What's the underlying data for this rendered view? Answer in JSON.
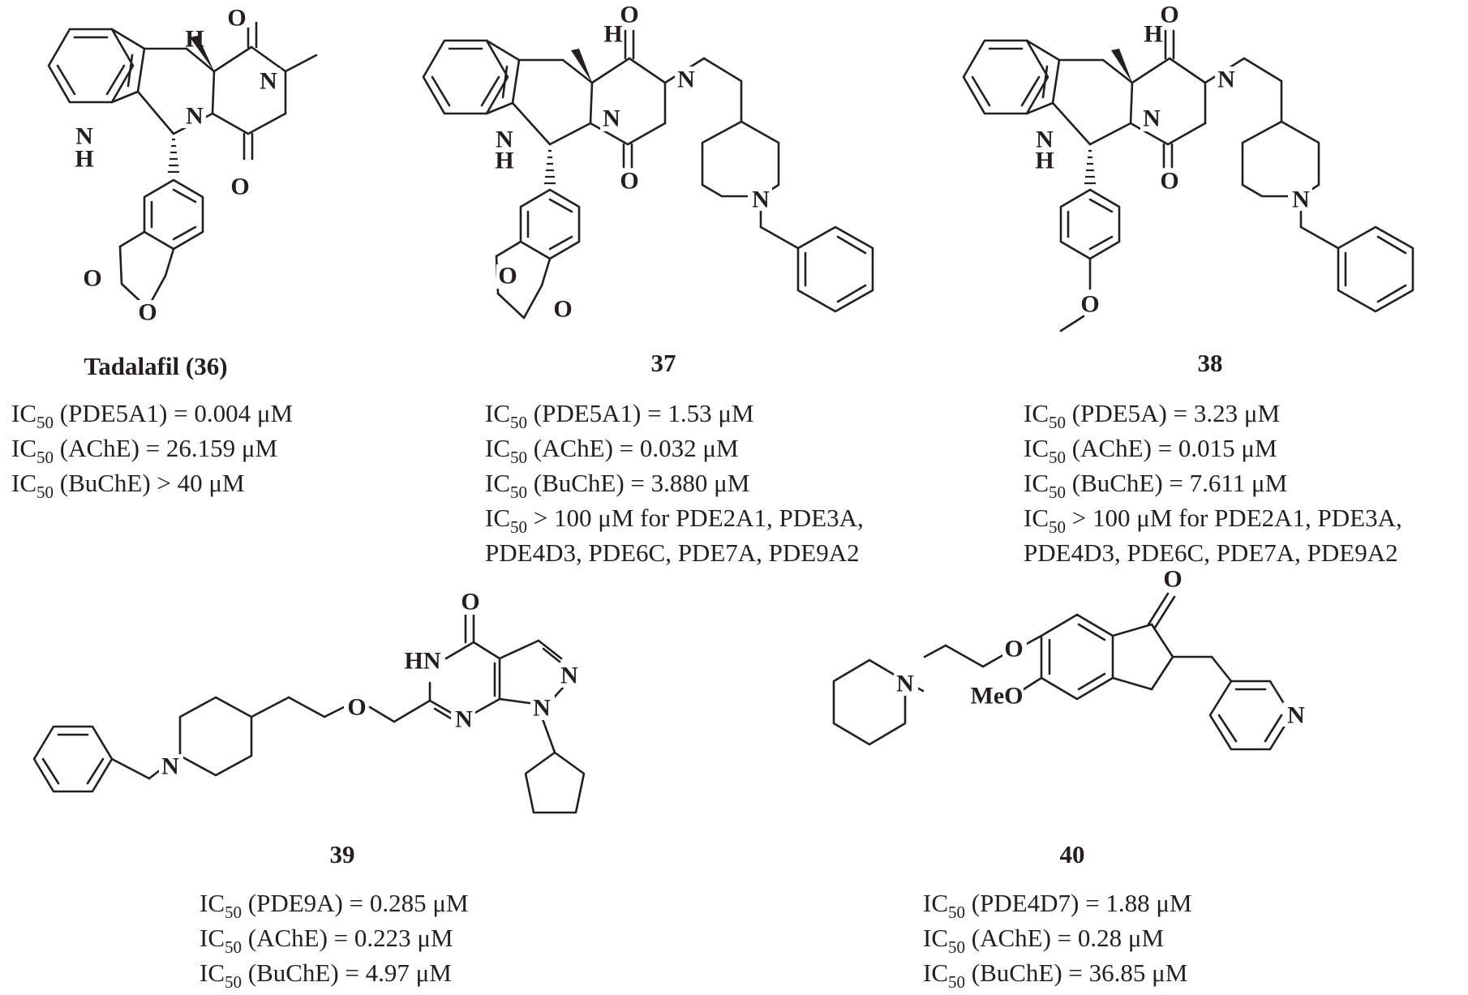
{
  "compounds": [
    {
      "id": "c36",
      "name": "Tadalafil (36)",
      "properties": [
        {
          "prefix": "IC",
          "sub": "50",
          "text": " (PDE5A1) = 0.004 μM"
        },
        {
          "prefix": "IC",
          "sub": "50",
          "text": " (AChE) = 26.159 μM"
        },
        {
          "prefix": "IC",
          "sub": "50",
          "text": " (BuChE) > 40 μM"
        }
      ]
    },
    {
      "id": "c37",
      "name": "37",
      "properties": [
        {
          "prefix": "IC",
          "sub": "50",
          "text": " (PDE5A1) = 1.53 μM"
        },
        {
          "prefix": "IC",
          "sub": "50",
          "text": " (AChE) = 0.032 μM"
        },
        {
          "prefix": "IC",
          "sub": "50",
          "text": " (BuChE) = 3.880 μM"
        },
        {
          "prefix": "IC",
          "sub": "50",
          "text": " > 100 μM for PDE2A1, PDE3A,"
        },
        {
          "prefix": "",
          "sub": "",
          "text": "PDE4D3, PDE6C, PDE7A, PDE9A2"
        }
      ]
    },
    {
      "id": "c38",
      "name": "38",
      "properties": [
        {
          "prefix": "IC",
          "sub": "50",
          "text": " (PDE5A) = 3.23 μM"
        },
        {
          "prefix": "IC",
          "sub": "50",
          "text": " (AChE) = 0.015 μM"
        },
        {
          "prefix": "IC",
          "sub": "50",
          "text": " (BuChE) = 7.611 μM"
        },
        {
          "prefix": "IC",
          "sub": "50",
          "text": " > 100 μM for PDE2A1, PDE3A,"
        },
        {
          "prefix": "",
          "sub": "",
          "text": "PDE4D3, PDE6C, PDE7A, PDE9A2"
        }
      ]
    },
    {
      "id": "c39",
      "name": "39",
      "properties": [
        {
          "prefix": "IC",
          "sub": "50",
          "text": " (PDE9A) = 0.285 μM"
        },
        {
          "prefix": "IC",
          "sub": "50",
          "text": " (AChE) = 0.223 μM"
        },
        {
          "prefix": "IC",
          "sub": "50",
          "text": " (BuChE) = 4.97 μM"
        }
      ]
    },
    {
      "id": "c40",
      "name": "40",
      "properties": [
        {
          "prefix": "IC",
          "sub": "50",
          "text": " (PDE4D7) = 1.88 μM"
        },
        {
          "prefix": "IC",
          "sub": "50",
          "text": " (AChE) = 0.28 μM"
        },
        {
          "prefix": "IC",
          "sub": "50",
          "text": " (BuChE) = 36.85 μM"
        }
      ]
    }
  ],
  "atom_labels": {
    "O": "O",
    "N": "N",
    "NH": "NH",
    "HN": "HN",
    "H": "H",
    "MeO": "MeO"
  }
}
